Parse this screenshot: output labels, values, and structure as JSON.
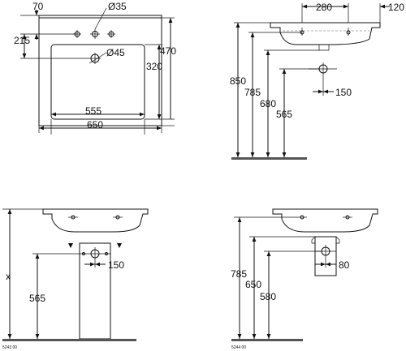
{
  "top_left": {
    "dims": {
      "d70": "70",
      "hole_small": "Ø35",
      "d215": "215",
      "hole_large": "Ø45",
      "d470": "470",
      "d320": "320",
      "d555": "555",
      "d650": "650"
    }
  },
  "top_right": {
    "dims": {
      "d280": "280",
      "d120": "120",
      "d850": "850",
      "d785": "785",
      "d680": "680",
      "d565": "565",
      "d150": "150"
    }
  },
  "bottom_left": {
    "dims": {
      "dx": "x",
      "d565": "565",
      "d150": "150"
    },
    "code": "5243 00"
  },
  "bottom_right": {
    "dims": {
      "d785": "785",
      "d650": "650",
      "d580": "580",
      "d80": "80"
    },
    "code": "5244 00"
  }
}
